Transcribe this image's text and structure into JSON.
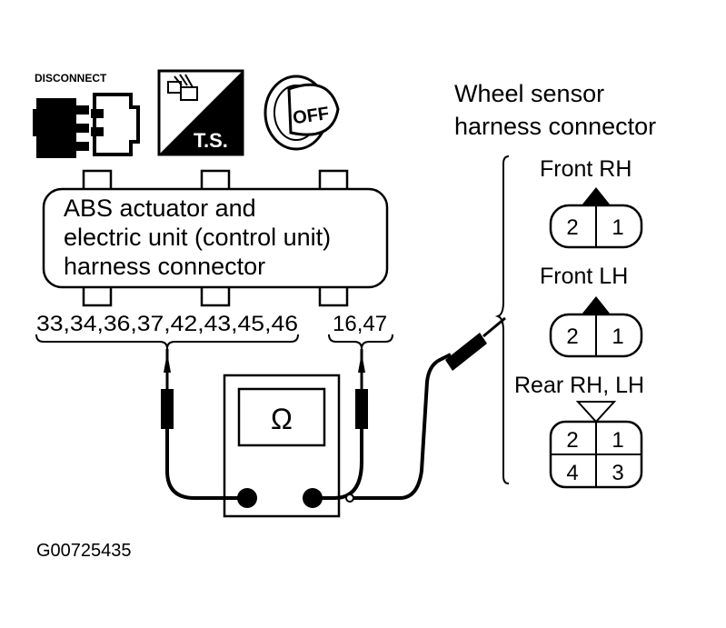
{
  "icons": {
    "disconnect_label": "DISCONNECT",
    "ts_label": "T.S.",
    "ignition_label": "OFF",
    "semantics": [
      "disconnect-connector-icon",
      "test-symbol-icon",
      "ignition-key-off-icon"
    ]
  },
  "abs_connector": {
    "line1": "ABS actuator and",
    "line2": "electric unit (control unit)",
    "line3": "harness connector",
    "pins_group1": "33,34,36,37,42,43,45,46",
    "pins_group2": "16,47"
  },
  "ohmmeter": {
    "symbol": "Ω"
  },
  "wheel_sensor": {
    "title_line1": "Wheel sensor",
    "title_line2": "harness connector",
    "front_rh": {
      "label": "Front RH",
      "pins": [
        "2",
        "1"
      ]
    },
    "front_lh": {
      "label": "Front LH",
      "pins": [
        "2",
        "1"
      ]
    },
    "rear": {
      "label": "Rear RH, LH",
      "pins": [
        "2",
        "1",
        "4",
        "3"
      ]
    }
  },
  "figure_id": "G00725435"
}
